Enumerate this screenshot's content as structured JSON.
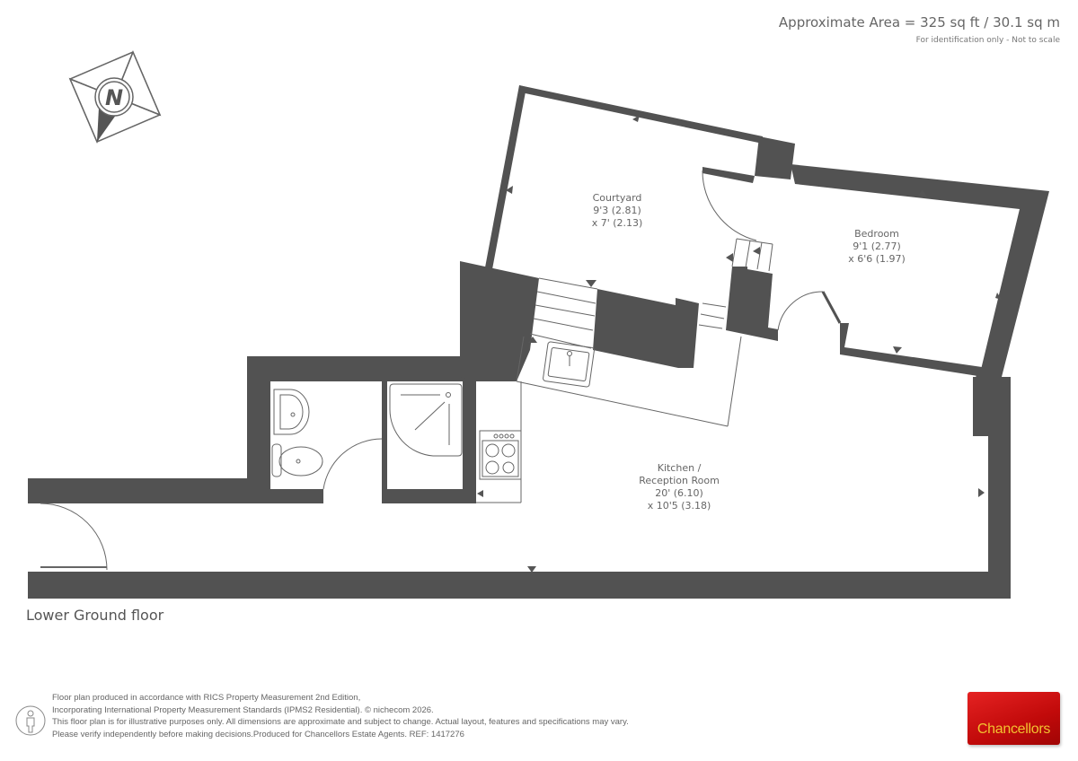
{
  "header": {
    "area": "Approximate Area = 325 sq ft / 30.1 sq m",
    "disclaimer": "For identification only - Not to scale"
  },
  "compass": {
    "icon": "compass-north-icon",
    "letter": "N"
  },
  "rooms": [
    {
      "name": "Courtyard",
      "dim_imperial_metric": "9'3 (2.81)",
      "dim_second": "x 7' (2.13)"
    },
    {
      "name": "Bedroom",
      "dim_imperial_metric": "9'1 (2.77)",
      "dim_second": "x 6'6 (1.97)"
    },
    {
      "name": "Kitchen /",
      "name_line2": "Reception Room",
      "dim_imperial_metric": "20' (6.10)",
      "dim_second": "x 10'5 (3.18)"
    }
  ],
  "floor": {
    "label": "Lower Ground floor"
  },
  "footer": {
    "lines": [
      "Floor plan produced in accordance with RICS Property Measurement 2nd Edition,",
      "Incorporating International Property Measurement Standards (IPMS2 Residential).   © nichecom 2026.",
      "This floor plan is for illustrative purposes only. All dimensions are approximate and subject to change. Actual layout, features and specifications may vary.",
      "Please verify independently before making decisions.Produced for Chancellors Estate Agents.   REF: 1417276"
    ],
    "icon": "person-icon"
  },
  "logo": {
    "text": "Chancellors",
    "bg_color": "#d11414",
    "text_color": "#f2c230"
  },
  "colors": {
    "wall": "#525252",
    "line": "#666666",
    "background": "#ffffff"
  }
}
